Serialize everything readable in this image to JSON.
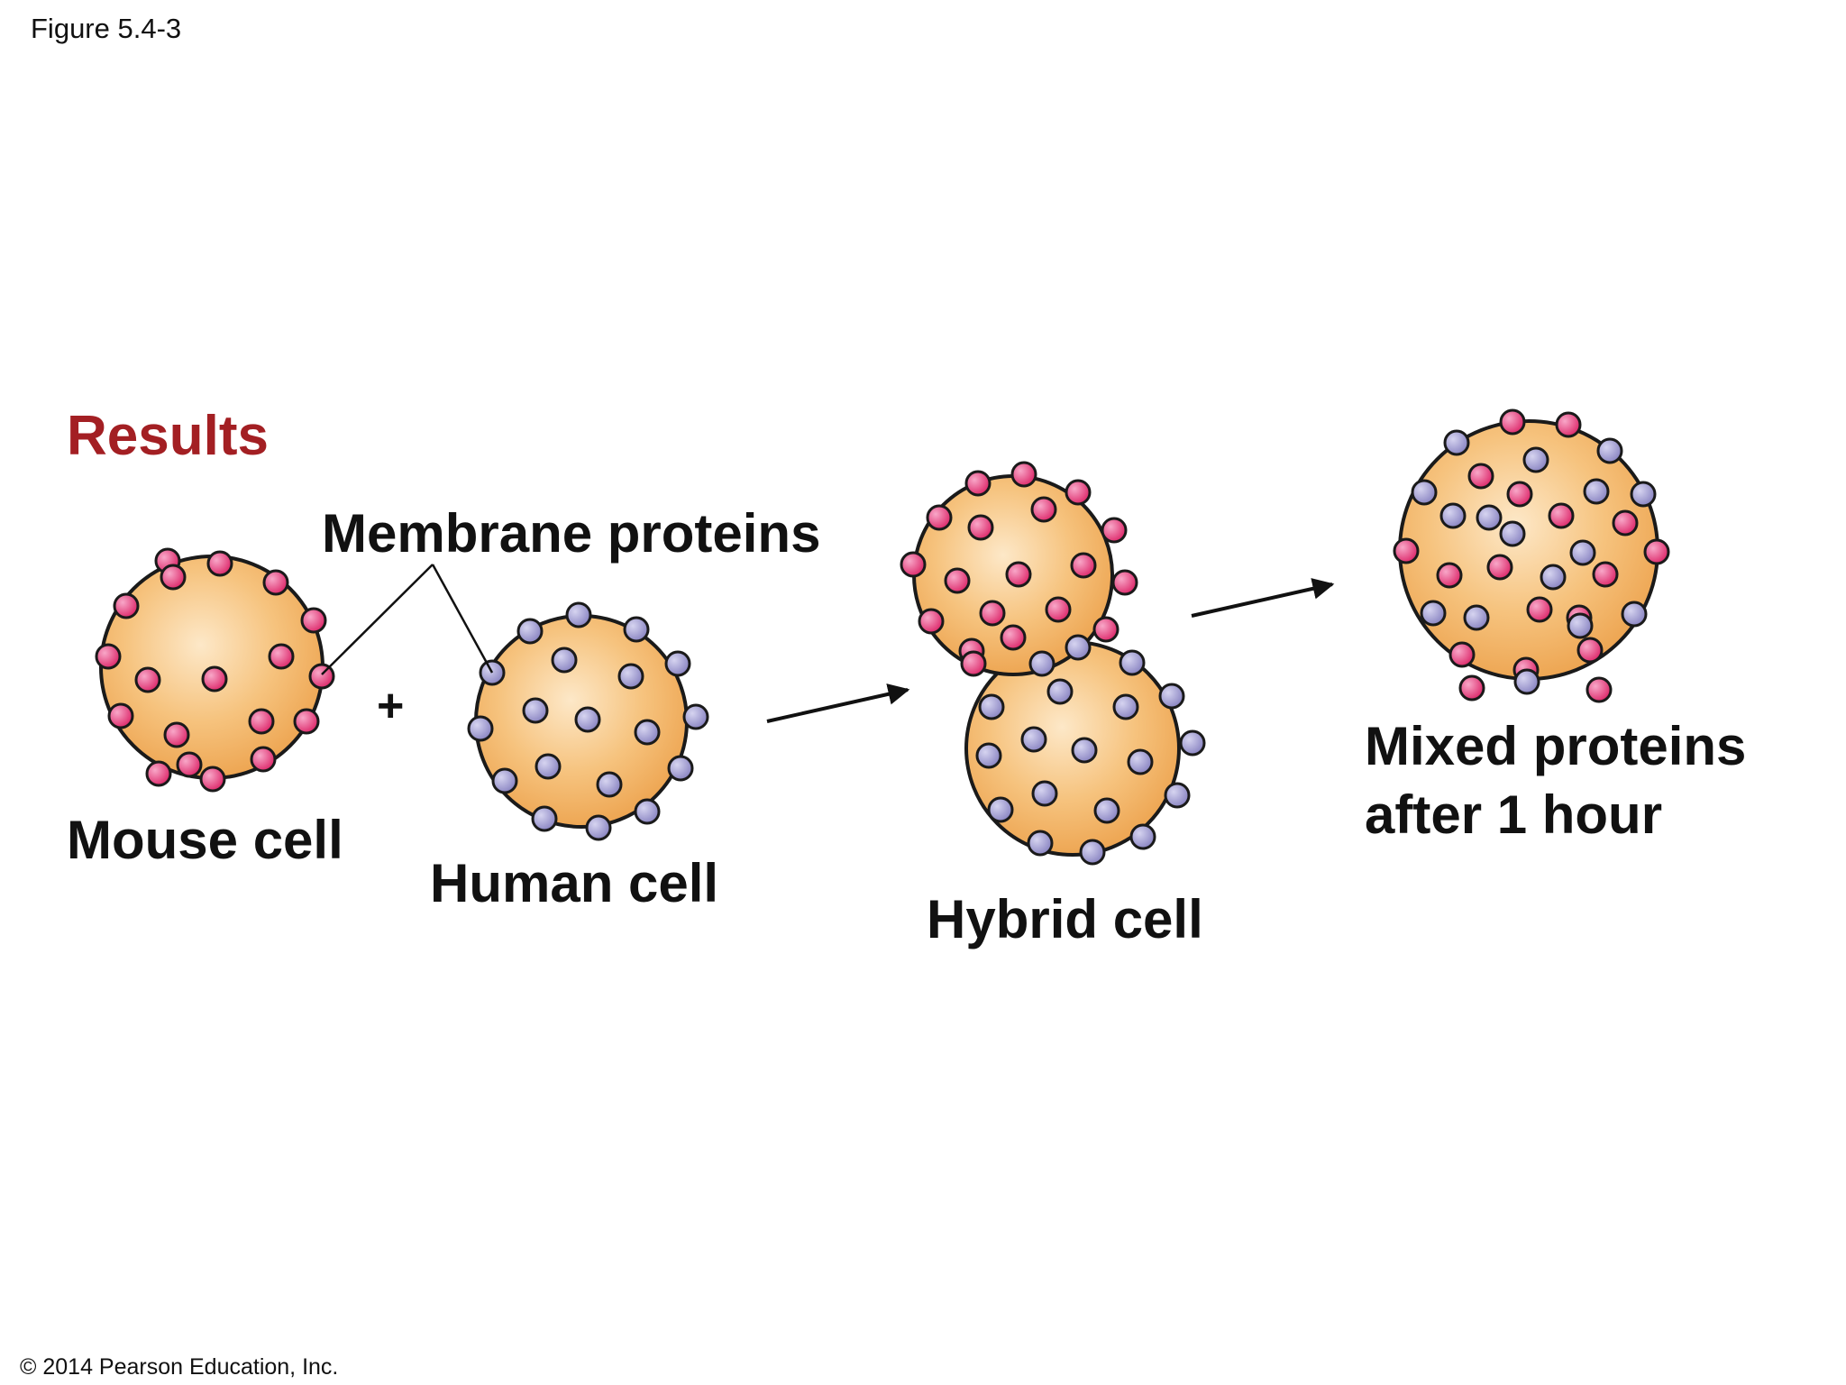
{
  "figure": {
    "label": "Figure 5.4-3",
    "section_title": "Results",
    "copyright": "© 2014 Pearson Education, Inc."
  },
  "diagram": {
    "plus_sign": "+",
    "membrane_proteins_label": "Membrane proteins",
    "cells": [
      {
        "name": "mouse-cell",
        "label": "Mouse cell",
        "protein_type": "mouse"
      },
      {
        "name": "human-cell",
        "label": "Human cell",
        "protein_type": "human"
      },
      {
        "name": "hybrid-cell",
        "label": "Hybrid cell",
        "protein_type": "separated"
      },
      {
        "name": "mixed-cell",
        "label_line1": "Mixed proteins",
        "label_line2": "after 1 hour",
        "protein_type": "mixed"
      }
    ]
  },
  "colors": {
    "title_red": "#a31f23",
    "mouse_protein": "#e8417c",
    "human_protein": "#9c98cf",
    "cell_fill_edge": "#f0a94f",
    "cell_fill_center": "#fde6c2",
    "outline": "#1a1a1a"
  }
}
